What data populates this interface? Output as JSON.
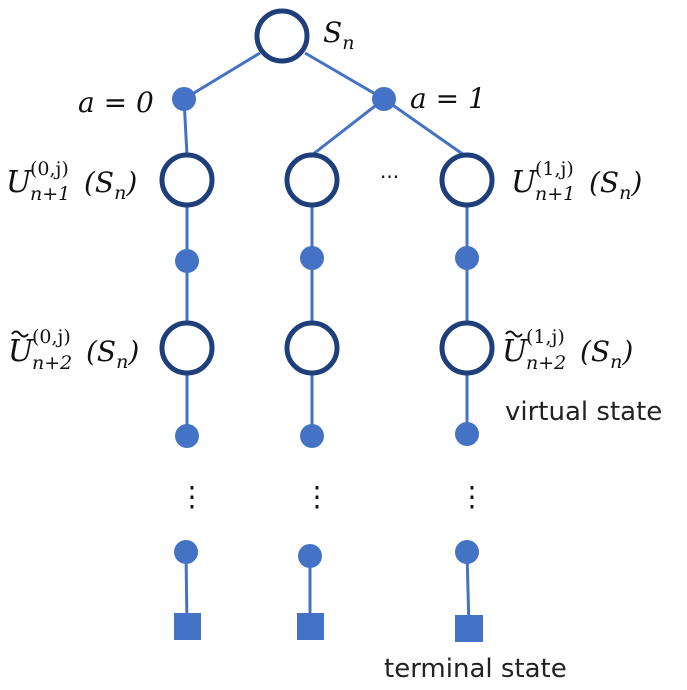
{
  "root_label": {
    "base": "S",
    "sub": "n"
  },
  "action_labels": {
    "left": "a = 0",
    "right": "a = 1"
  },
  "u_left": {
    "tilde": false,
    "base": "U",
    "sup": "(0,j)",
    "sub": "n+1",
    "arg": "(S",
    "arg_sub": "n",
    "close": ")"
  },
  "u_right": {
    "tilde": false,
    "base": "U",
    "sup": "(1,j)",
    "sub": "n+1",
    "arg": "(S",
    "arg_sub": "n",
    "close": ")"
  },
  "ut_left": {
    "tilde": true,
    "base": "U",
    "sup": "(0,j)",
    "sub": "n+2",
    "arg": "(S",
    "arg_sub": "n",
    "close": ")"
  },
  "ut_right": {
    "tilde": true,
    "base": "U",
    "sup": "(1,j)",
    "sub": "n+2",
    "arg": "(S",
    "arg_sub": "n",
    "close": ")"
  },
  "horizontal_ellipsis": "···",
  "vertical_ellipsis": "⋮",
  "virtual_state_label": "virtual state",
  "terminal_state_label": "terminal state",
  "colors": {
    "edge": "#4472C4",
    "state_border": "#1F3F7A",
    "node_fill": "#4472C4"
  }
}
